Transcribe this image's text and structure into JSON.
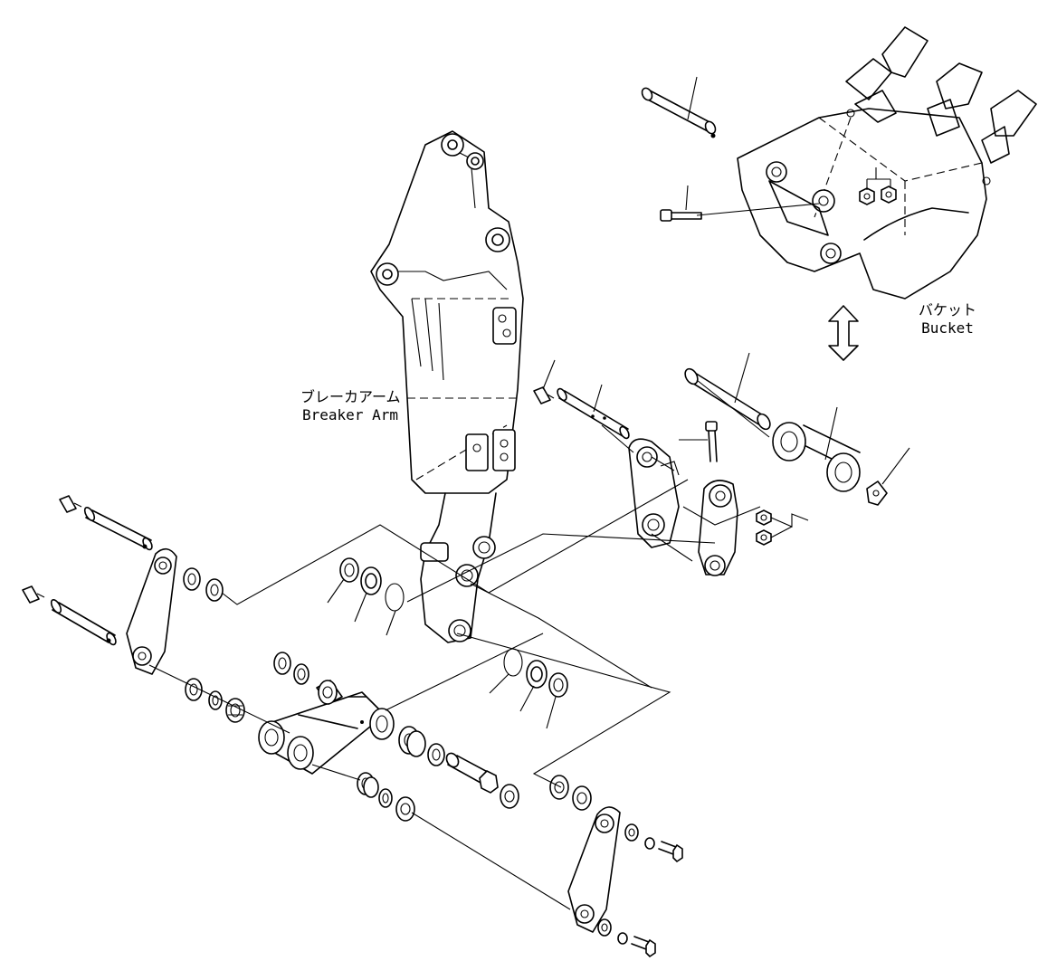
{
  "labels": {
    "breaker_arm_jp": "ブレーカアーム",
    "breaker_arm_en": "Breaker Arm",
    "bucket_jp": "バケット",
    "bucket_en": "Bucket"
  },
  "icons": {
    "swap_arrow": "double-arrow-vertical-icon"
  }
}
